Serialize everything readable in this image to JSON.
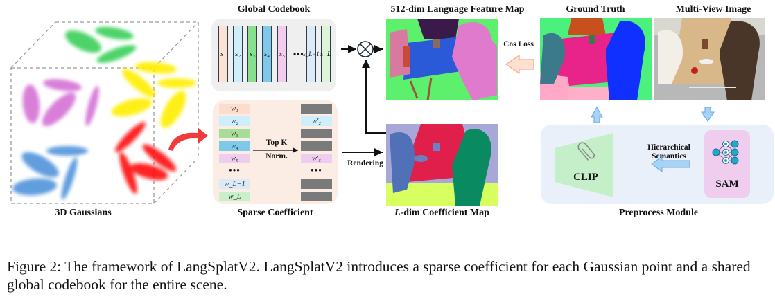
{
  "figure": {
    "caption": "Figure 2: The framework of LangSplatV2. LangSplatV2 introduces a sparse coefficient for each Gaussian point and a shared global codebook for the entire scene."
  },
  "gaussians": {
    "label": "3D Gaussians",
    "clusters": [
      {
        "name": "green",
        "color": "#2ecc50"
      },
      {
        "name": "yellow",
        "color": "#ffee00"
      },
      {
        "name": "magenta",
        "color": "#cc55cc"
      },
      {
        "name": "blue",
        "color": "#3a86d6"
      },
      {
        "name": "red",
        "color": "#ff1010"
      }
    ]
  },
  "codebook": {
    "title": "Global Codebook",
    "entries": [
      {
        "label": "s₁",
        "color": "#fde2d3"
      },
      {
        "label": "s₂",
        "color": "#cfeefc"
      },
      {
        "label": "s₃",
        "color": "#86e08f"
      },
      {
        "label": "s₄",
        "color": "#7ec8ea"
      },
      {
        "label": "s₅",
        "color": "#f2cdee"
      },
      {
        "label": "s_L−1",
        "color": "#dce9f6"
      },
      {
        "label": "s_L",
        "color": "#dcf5d6"
      }
    ],
    "ellipsis": "•••"
  },
  "sparse": {
    "label": "Sparse Coefficient",
    "weights": [
      {
        "label": "w₁",
        "color": "#fcdccc"
      },
      {
        "label": "w₂",
        "color": "#cfeefc"
      },
      {
        "label": "w₃",
        "color": "#a6dd97"
      },
      {
        "label": "w₄",
        "color": "#7ec8ea"
      },
      {
        "label": "w₅",
        "color": "#efcdee"
      },
      {
        "label": "•••",
        "color": ""
      },
      {
        "label": "w_L−1",
        "color": "#dce9f6"
      },
      {
        "label": "w_L",
        "color": "#c9f0c9"
      }
    ],
    "sparse_weights": [
      {
        "label": "",
        "kept": false
      },
      {
        "label": "w′₂",
        "kept": true,
        "color": "#cfeefc"
      },
      {
        "label": "",
        "kept": false
      },
      {
        "label": "",
        "kept": false
      },
      {
        "label": "w′₅",
        "kept": true,
        "color": "#efcdee"
      },
      {
        "label": "•••",
        "kept": null
      },
      {
        "label": "",
        "kept": false
      },
      {
        "label": "",
        "kept": false
      }
    ],
    "op_top": "Top K",
    "op_bottom": "Norm."
  },
  "flow": {
    "rendering": "Rendering",
    "cos_loss": "Cos Loss",
    "multiply_symbol": "⊗"
  },
  "maps": {
    "feature_map_title": "512-dim Language Feature Map",
    "coefficient_map_title": "L-dim Coefficient Map",
    "ground_truth_title": "Ground Truth",
    "multiview_title": "Multi-View Image"
  },
  "preprocess": {
    "label": "Preprocess Module",
    "clip_label": "CLIP",
    "sam_label": "SAM",
    "arrow_label_line1": "Hierarchical",
    "arrow_label_line2": "Semantics"
  },
  "colors": {
    "codebook_bg": "#efefef",
    "sparse_bg": "#fbece4",
    "preprocess_bg": "#eaf0f9",
    "clip_fill": "#c4efc9",
    "sam_fill": "#efcdee",
    "blue_arrow": "#a9d3f5",
    "loss_arrow": "#fde0d0"
  }
}
